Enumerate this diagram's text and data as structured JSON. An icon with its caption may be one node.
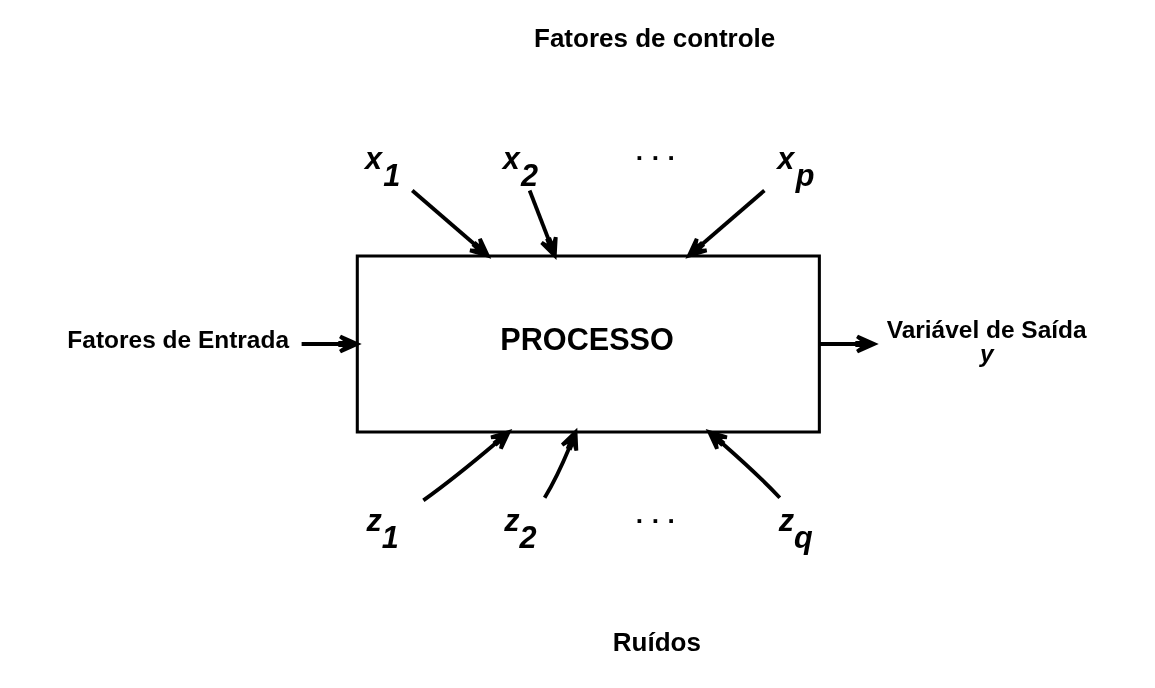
{
  "diagram": {
    "nodes": [
      {
        "text": [
          "PROCESSO"
        ]
      },
      {
        "text": [
          "x$_{1}$"
        ]
      },
      {
        "text": [
          "x$_{2}$"
        ]
      },
      {
        "text": [
          "x$_{p}$"
        ]
      },
      {
        "text": [
          "z$_{1}$"
        ]
      },
      {
        "text": [
          "z$_{2}$"
        ]
      },
      {
        "text": [
          "z$_{q}$"
        ]
      },
      {
        "text": [
          "Fatores de Entrada"
        ]
      },
      {
        "text": [
          "Variável de Saída",
          "y"
        ]
      }
    ],
    "edges": [
      {
        "from": 1,
        "to": 0,
        "arrow": "to"
      },
      {
        "from": 2,
        "to": 0,
        "arrow": "to"
      },
      {
        "from": 3,
        "to": 0,
        "arrow": "to"
      },
      {
        "from": 4,
        "to": 0,
        "arrow": "to"
      },
      {
        "from": 5,
        "to": 0,
        "arrow": "to"
      },
      {
        "from": 6,
        "to": 0,
        "arrow": "to"
      },
      {
        "from": 7,
        "to": 0,
        "arrow": "to"
      },
      {
        "from": 0,
        "to": 8,
        "arrow": "to"
      }
    ],
    "labels": [
      "Fatores de controle",
      "· · ·",
      "· · ·",
      "Ruídos"
    ]
  }
}
